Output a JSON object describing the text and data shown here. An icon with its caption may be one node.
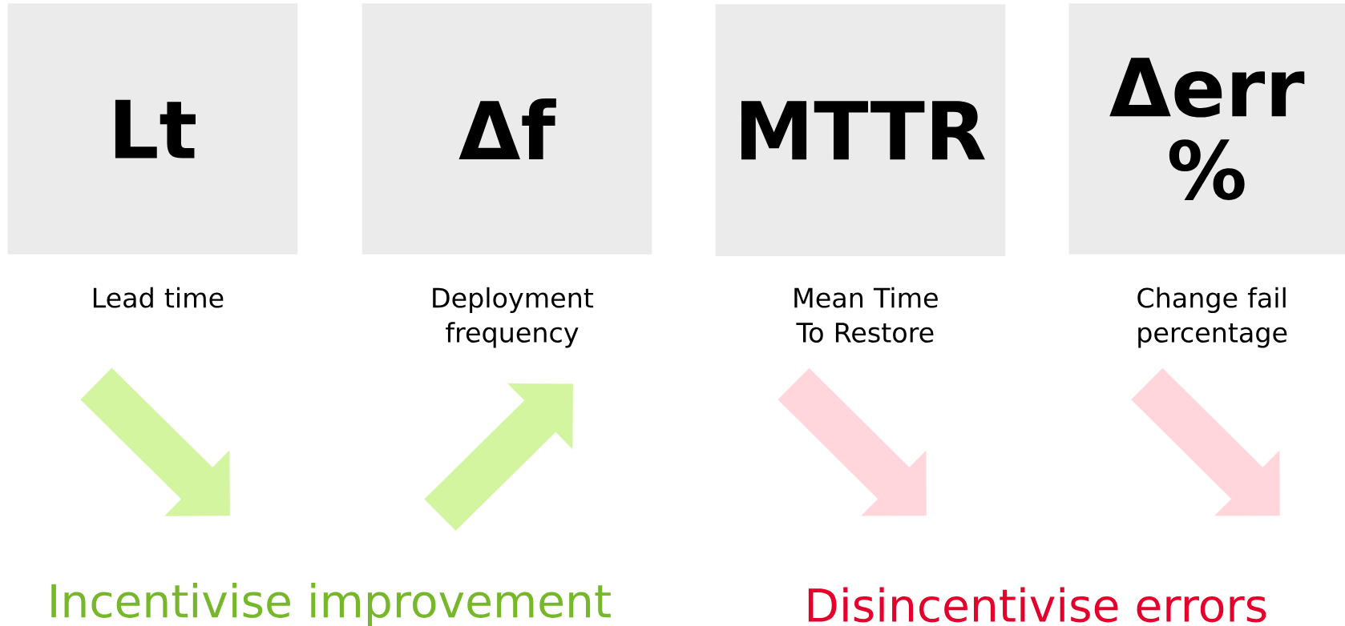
{
  "diagram": {
    "nodes": [
      {
        "text": [
          "Lt"
        ],
        "beside": [
          "Lead time"
        ]
      },
      {
        "text": [
          "Δf"
        ],
        "beside": [
          "Deployment frequency"
        ]
      },
      {
        "text": [
          "MTTR"
        ],
        "beside": [
          "Mean Time To Restore"
        ]
      },
      {
        "text": [
          "Δerr %"
        ],
        "beside": [
          "Change fail percentage"
        ]
      }
    ],
    "labels": [
      "Incentivise improvement",
      "Disincentivise errors"
    ]
  }
}
